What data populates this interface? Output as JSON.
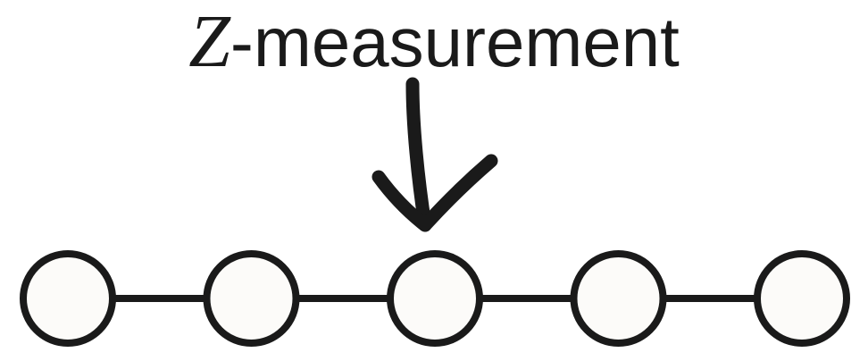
{
  "label": {
    "variable": "Z",
    "suffix": "-measurement"
  },
  "chain": {
    "node_count": 5,
    "measured_node_index": 2
  },
  "colors": {
    "stroke": "#1a1a1a",
    "node_fill": "#fcfbf9",
    "background": "#ffffff"
  }
}
